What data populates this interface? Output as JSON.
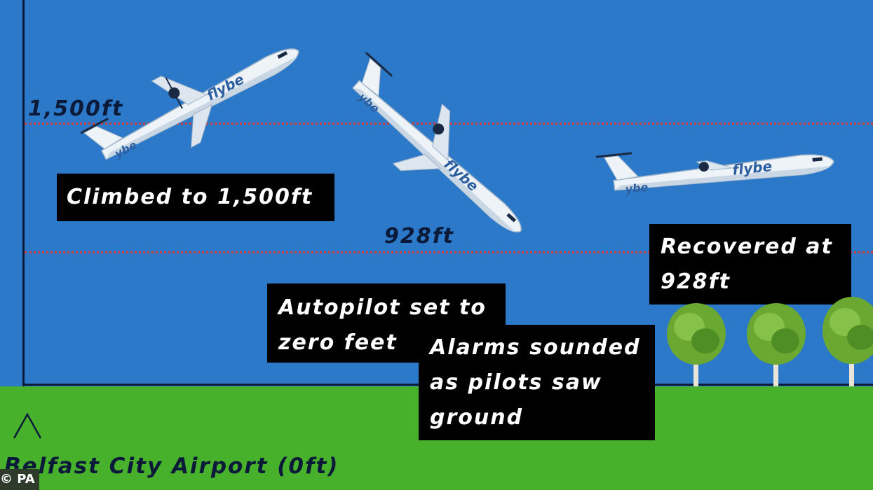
{
  "altitudes": {
    "climb": "1,500ft",
    "recovery": "928ft"
  },
  "captions": {
    "climbed": "Climbed to 1,500ft",
    "recovered": [
      "Recovered at",
      "928ft"
    ],
    "autopilot": [
      "Autopilot set to",
      "zero feet"
    ],
    "alarms": [
      "Alarms sounded",
      "as pilots saw",
      "ground"
    ]
  },
  "ground_label": "Belfast City Airport (0ft)",
  "credit": "© PA",
  "aircraft_livery": "flybe",
  "colors": {
    "sky": "#2b79c8",
    "ground": "#47b12b",
    "reference_line": "#d33b3b",
    "caption_bg": "#000000",
    "caption_text": "#ffffff",
    "label_text": "#0c1a3a"
  }
}
